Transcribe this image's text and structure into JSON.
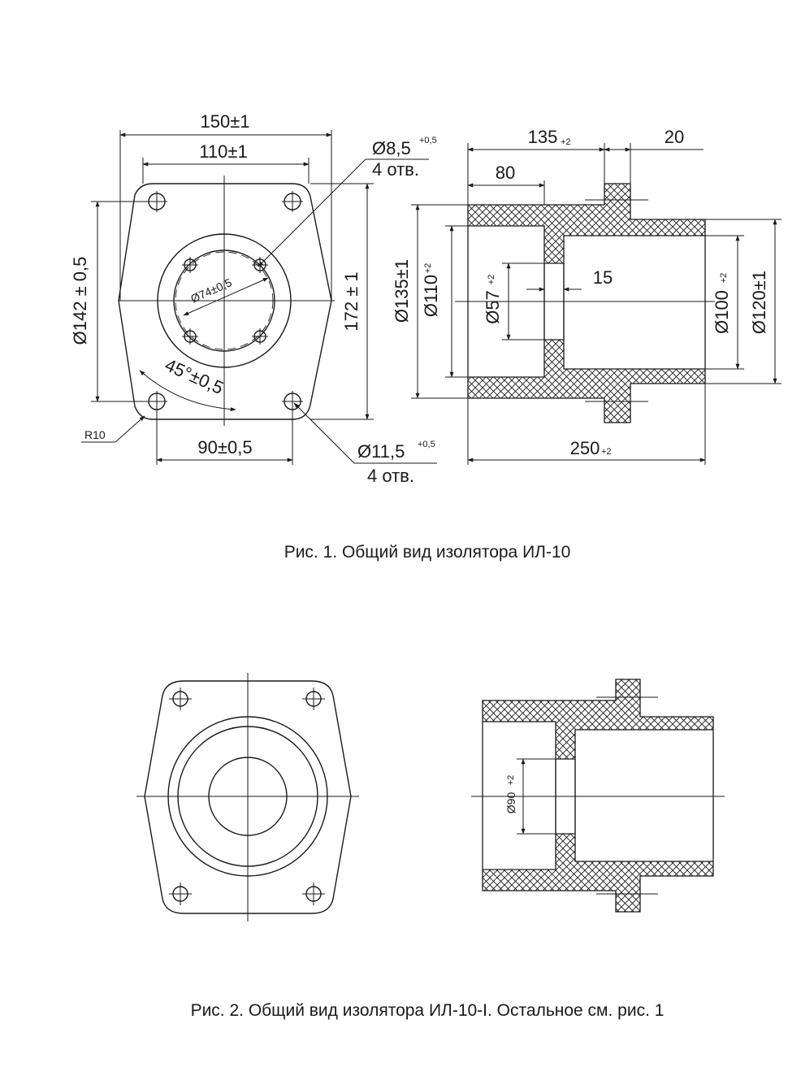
{
  "figure1": {
    "caption": "Рис. 1. Общий вид изолятора ИЛ-10",
    "front": {
      "width_overall": "150±1",
      "width_top": "110±1",
      "hole_small_dia": "Ø8,5",
      "hole_small_tol": "+0,5",
      "hole_small_count": "4 отв.",
      "pcd": "Ø74±0,5",
      "height_flats": "Ø142 ± 0,5",
      "height_overall": "172 ± 1",
      "angle": "45°±0,5",
      "radius": "R10",
      "hole_spacing": "90±0,5",
      "hole_large_dia": "Ø11,5",
      "hole_large_tol": "+0,5",
      "hole_large_count": "4 отв."
    },
    "section": {
      "len_to_flange": "135",
      "len_to_flange_tol": "+2",
      "flange_width": "20",
      "bore_depth": "80",
      "web_thickness": "15",
      "dia_outer_left": "Ø135±1",
      "dia_bore_left": "Ø110",
      "dia_bore_left_tol": "+2",
      "dia_hole": "Ø57",
      "dia_hole_tol": "+2",
      "dia_bore_right": "Ø100",
      "dia_bore_right_tol": "+2",
      "dia_outer_right": "Ø120±1",
      "length_total": "250",
      "length_total_tol": "+2"
    }
  },
  "figure2": {
    "caption": "Рис. 2. Общий вид изолятора ИЛ-10-I. Остальное см. рис. 1",
    "section": {
      "dia_hole": "Ø90",
      "dia_hole_tol": "+2"
    }
  }
}
